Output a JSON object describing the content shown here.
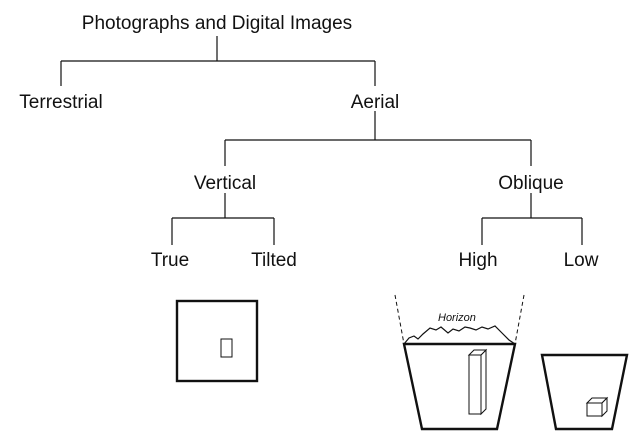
{
  "diagram": {
    "nodes": {
      "root": "Photographs and Digital Images",
      "terrestrial": "Terrestrial",
      "aerial": "Aerial",
      "vertical": "Vertical",
      "oblique": "Oblique",
      "true": "True",
      "tilted": "Tilted",
      "high": "High",
      "low": "Low"
    },
    "illustrations": {
      "horizon_label": "Horizon"
    }
  }
}
